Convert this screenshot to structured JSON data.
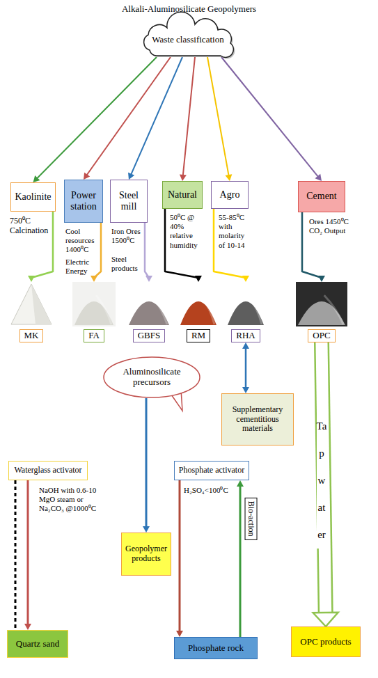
{
  "diagram": {
    "title": "Alkali-Aluminosilicate Geopolymers",
    "nodes": [
      {
        "text": [
          "Waste classification"
        ]
      },
      {
        "text": [
          "Kaolinite"
        ]
      },
      {
        "text": [
          "Power station"
        ]
      },
      {
        "text": [
          "Steel mill"
        ]
      },
      {
        "text": [
          "Natural"
        ]
      },
      {
        "text": [
          "Agro"
        ]
      },
      {
        "text": [
          "Cement"
        ]
      },
      {
        "text": [
          "MK"
        ]
      },
      {
        "text": [
          "FA"
        ]
      },
      {
        "text": [
          "GBFS"
        ]
      },
      {
        "text": [
          "RM"
        ]
      },
      {
        "text": [
          "RHA"
        ]
      },
      {
        "text": [
          "OPC"
        ]
      },
      {
        "text": [
          "Aluminosilicate precursors"
        ]
      },
      {
        "text": [
          "Supplementary cementitious materials"
        ]
      },
      {
        "text": [
          "Waterglass activator"
        ]
      },
      {
        "text": [
          "Phosphate activator"
        ]
      },
      {
        "text": [
          "Geopolymer products"
        ]
      },
      {
        "text": [
          "Quartz sand"
        ]
      },
      {
        "text": [
          "Phosphate rock"
        ]
      },
      {
        "text": [
          "OPC products"
        ]
      }
    ],
    "edges": [
      {
        "from": 0,
        "to": 1,
        "arrow": "to"
      },
      {
        "from": 0,
        "to": 2,
        "arrow": "to"
      },
      {
        "from": 0,
        "to": 3,
        "arrow": "to"
      },
      {
        "from": 0,
        "to": 4,
        "arrow": "to"
      },
      {
        "from": 0,
        "to": 5,
        "arrow": "to"
      },
      {
        "from": 0,
        "to": 6,
        "arrow": "to"
      },
      {
        "from": 1,
        "to": 7,
        "arrow": "to"
      },
      {
        "from": 2,
        "to": 8,
        "arrow": "to"
      },
      {
        "from": 3,
        "to": 9,
        "arrow": "to"
      },
      {
        "from": 4,
        "to": 10,
        "arrow": "to"
      },
      {
        "from": 5,
        "to": 11,
        "arrow": "to"
      },
      {
        "from": 6,
        "to": 12,
        "arrow": "to"
      },
      {
        "from": 11,
        "to": 14,
        "arrow": "both"
      },
      {
        "from": 13,
        "to": 17,
        "arrow": "to"
      },
      {
        "from": 15,
        "to": 18,
        "arrow": "to"
      },
      {
        "from": 15,
        "to": 18,
        "arrow": "none"
      },
      {
        "from": 16,
        "to": 19,
        "arrow": "to"
      },
      {
        "from": 19,
        "to": 16,
        "label": "Bio-action",
        "arrow": "to"
      },
      {
        "from": 12,
        "to": 20,
        "label": "Tap water",
        "arrow": "to"
      }
    ],
    "labels": [
      "750⁰C Calcination",
      "Cool resources 1400⁰C",
      "Electric Energy",
      "Iron Ores 1500⁰C",
      "Steel products",
      "50⁰C @ 40% relative humidity",
      "55-85⁰C with molarity of 10-14",
      "Ores 1450⁰C CO₂ Output",
      "NaOH with 0.6-10 MgO steam or Na₂CO₃ @1000⁰C",
      "H₂SO₄<100⁰C"
    ]
  }
}
